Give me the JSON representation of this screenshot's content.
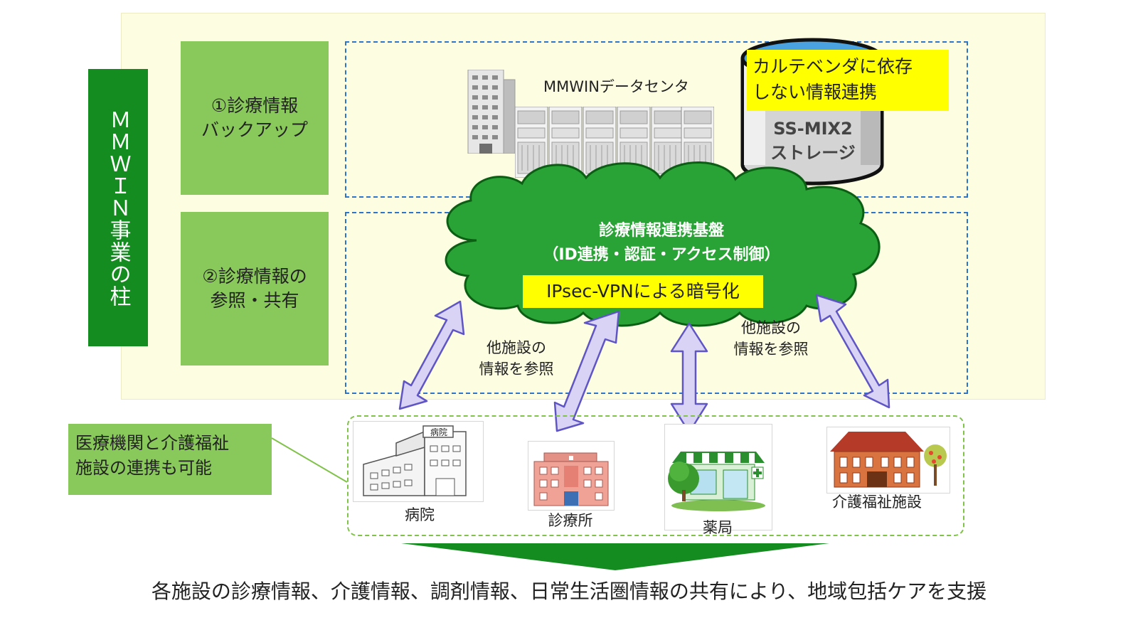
{
  "pillar": {
    "label": "ＭＭＷＩＮ事業の柱"
  },
  "pillar_items": [
    {
      "label": "①診療情報\nバックアップ"
    },
    {
      "label": "②診療情報の\n参照・共有"
    }
  ],
  "datacenter": {
    "label": "MMWINデータセンタ"
  },
  "vendor_note": {
    "label": "カルテベンダに依存\nしない情報連携"
  },
  "storage": {
    "label": "SS-MIX2\nストレージ"
  },
  "cloud": {
    "title": "診療情報連携基盤",
    "subtitle": "（ID連携・認証・アクセス制御）",
    "vpn": "IPsec-VPNによる暗号化"
  },
  "reference_labels": [
    {
      "label": "他施設の\n情報を参照"
    },
    {
      "label": "他施設の\n情報を参照"
    }
  ],
  "callout": {
    "label": "医療機関と介護福祉\n施設の連携も可能"
  },
  "facilities": [
    {
      "label": "病院",
      "sign": "病院"
    },
    {
      "label": "診療所"
    },
    {
      "label": "薬局"
    },
    {
      "label": "介護福祉施設"
    }
  ],
  "footer": {
    "label": "各施設の診療情報、介護情報、調剤情報、日常生活圏情報の共有により、地域包括ケアを支援"
  },
  "colors": {
    "pillar_green": "#158c1f",
    "box_green": "#89c85a",
    "cloud_green": "#29a335",
    "dash_blue": "#2e75c9",
    "arrow_lilac": "#d9d4f5",
    "highlight": "#ffff00"
  }
}
